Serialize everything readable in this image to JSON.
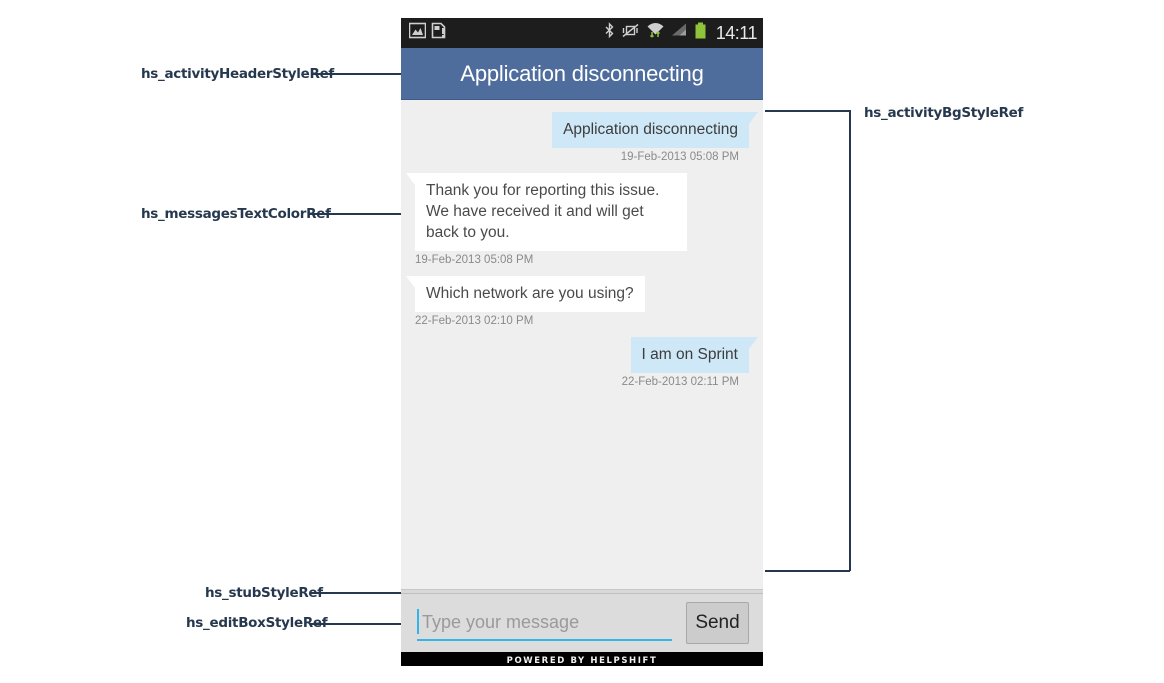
{
  "annotations": [
    {
      "id": "header_ref",
      "label": "hs_activityHeaderStyleRef"
    },
    {
      "id": "messages_ref",
      "label": "hs_messagesTextColorRef"
    },
    {
      "id": "stub_ref",
      "label": "hs_stubStyleRef"
    },
    {
      "id": "editbox_ref",
      "label": "hs_editBoxStyleRef"
    },
    {
      "id": "activitybg_ref",
      "label": "hs_activityBgStyleRef"
    }
  ],
  "statusbar": {
    "left_icons": [
      "image-icon",
      "sim-card-alert-icon"
    ],
    "right_icons": [
      "bluetooth-icon",
      "vibrate-off-icon",
      "wifi-data-icon",
      "cell-signal-icon",
      "battery-full-icon"
    ],
    "clock": "14:11"
  },
  "header": {
    "title": "Application disconnecting"
  },
  "messages": [
    {
      "side": "out",
      "text": "Application disconnecting",
      "timestamp": "19-Feb-2013 05:08 PM"
    },
    {
      "side": "in",
      "text": "Thank you for reporting this issue. We have received it and will get back to you.",
      "timestamp": "19-Feb-2013 05:08 PM"
    },
    {
      "side": "in",
      "text": "Which network are you using?",
      "timestamp": "22-Feb-2013 02:10 PM"
    },
    {
      "side": "out",
      "text": "I am on Sprint",
      "timestamp": "22-Feb-2013 02:11 PM"
    }
  ],
  "composer": {
    "input_value": "",
    "placeholder": "Type your message",
    "send_label": "Send"
  },
  "footer": {
    "text": "POWERED BY HELPSHIFT"
  },
  "colors": {
    "header_bg": "#4f6d9c",
    "activity_bg": "#efefef",
    "out_bubble": "#cfe8f7",
    "in_bubble": "#ffffff",
    "message_text": "#4a4a4a",
    "accent": "#33b5e5",
    "annotation": "#26384e"
  }
}
